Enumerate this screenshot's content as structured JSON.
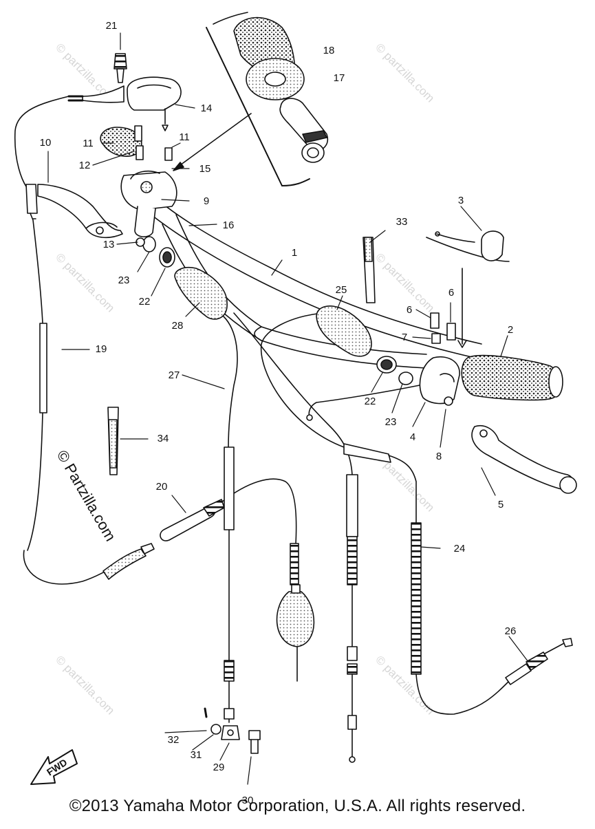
{
  "diagram": {
    "callouts": [
      "1",
      "2",
      "3",
      "4",
      "5",
      "6",
      "6",
      "7",
      "8",
      "9",
      "10",
      "11",
      "11",
      "12",
      "13",
      "14",
      "15",
      "16",
      "17",
      "18",
      "19",
      "20",
      "21",
      "22",
      "22",
      "23",
      "23",
      "24",
      "25",
      "26",
      "27",
      "28",
      "29",
      "30",
      "31",
      "32",
      "33",
      "34"
    ],
    "fwd_label": "FWD",
    "watermark_main": "© Partzilla.com",
    "watermark_faint": "© partzilla.com"
  },
  "footer": {
    "copyright": "©2013 Yamaha Motor Corporation, U.S.A. All rights reserved."
  }
}
